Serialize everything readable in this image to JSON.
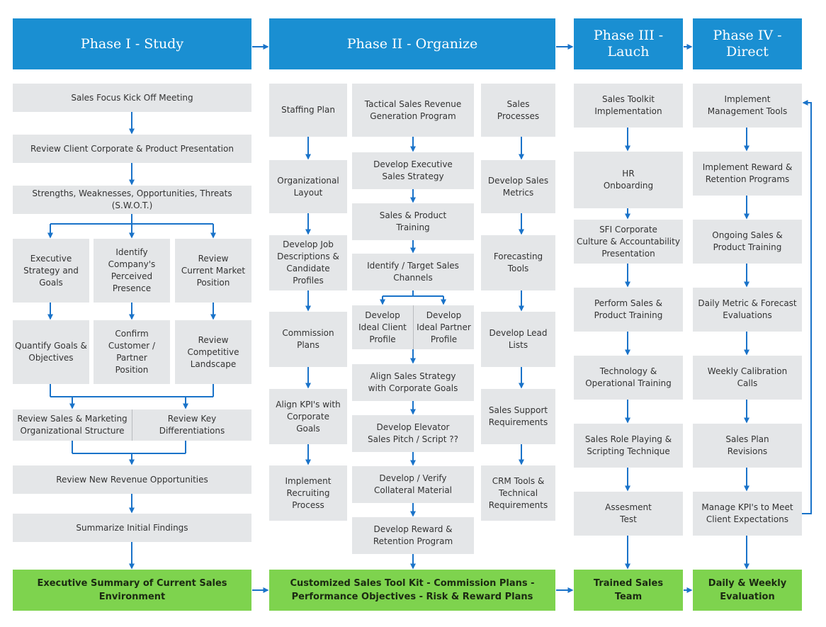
{
  "headers": {
    "phase1": "Phase I - Study",
    "phase2": "Phase II - Organize",
    "phase3": "Phase III -\nLauch",
    "phase4": "Phase IV -\nDirect"
  },
  "phase1": {
    "kickoff": "Sales Focus Kick Off Meeting",
    "review_client": "Review Client Corporate & Product Presentation",
    "swot": "Strengths, Weaknesses, Opportunities, Threats (S.W.O.T.)",
    "exec_strategy": "Executive\nStrategy and\nGoals",
    "identify_presence": "Identify\nCompany's\nPerceived\nPresence",
    "review_market": "Review\nCurrent Market\nPosition",
    "quantify_goals": "Quantify Goals &\nObjectives",
    "confirm_position": "Confirm\nCustomer / Partner\nPosition",
    "review_landscape": "Review\nCompetitive\nLandscape",
    "review_structure": "Review Sales & Marketing\nOrganizational Structure",
    "review_differentiations": "Review Key\nDifferentiations",
    "review_revenue": "Review New Revenue Opportunities",
    "summarize": "Summarize Initial Findings"
  },
  "phase2": {
    "staffing_plan": "Staffing Plan",
    "org_layout": "Organizational\nLayout",
    "job_descriptions": "Develop Job\nDescriptions &\nCandidate\nProfiles",
    "commission_plans": "Commission\nPlans",
    "align_kpis": "Align KPI's with\nCorporate\nGoals",
    "implement_recruiting": "Implement\nRecruiting\nProcess",
    "tactical_program": "Tactical Sales Revenue\nGeneration Program",
    "exec_sales_strategy": "Develop Executive\nSales Strategy",
    "product_training": "Sales & Product\nTraining",
    "target_channels": "Identify / Target Sales\nChannels",
    "ideal_client": "Develop\nIdeal Client\nProfile",
    "ideal_partner": "Develop\nIdeal Partner\nProfile",
    "align_strategy": "Align Sales Strategy\nwith Corporate Goals",
    "elevator_pitch": "Develop Elevator\nSales Pitch / Script ??",
    "collateral": "Develop / Verify\nCollateral Material",
    "reward_program": "Develop Reward &\nRetention Program",
    "sales_processes": "Sales\nProcesses",
    "sales_metrics": "Develop Sales\nMetrics",
    "forecasting_tools": "Forecasting\nTools",
    "lead_lists": "Develop Lead\nLists",
    "support_requirements": "Sales Support\nRequirements",
    "crm_tools": "CRM Tools &\nTechnical\nRequirements"
  },
  "phase3": {
    "toolkit": "Sales Toolkit\nImplementation",
    "hr_onboarding": "HR\nOnboarding",
    "culture_presentation": "SFI Corporate\nCulture & Accountability\nPresentation",
    "perform_training": "Perform Sales &\nProduct Training",
    "tech_training": "Technology &\nOperational Training",
    "role_playing": "Sales Role Playing &\nScripting Technique",
    "assessment": "Assesment\nTest"
  },
  "phase4": {
    "mgmt_tools": "Implement\nManagement Tools",
    "reward_programs": "Implement Reward &\nRetention Programs",
    "ongoing_training": "Ongoing Sales &\nProduct Training",
    "metric_evaluations": "Daily Metric & Forecast\nEvaluations",
    "calibration_calls": "Weekly Calibration\nCalls",
    "plan_revisions": "Sales Plan\nRevisions",
    "manage_kpis": "Manage KPI's to Meet\nClient Expectations"
  },
  "outcomes": {
    "phase1": "Executive Summary of Current Sales\nEnvironment",
    "phase2": "Customized Sales Tool Kit - Commission Plans -\nPerformance Objectives - Risk & Reward Plans",
    "phase3": "Trained Sales\nTeam",
    "phase4": "Daily & Weekly\nEvaluation"
  },
  "colors": {
    "header_blue": "#1a8fd2",
    "box_gray": "#e4e6e8",
    "outcome_green": "#7ed34e",
    "arrow_blue": "#1a73c9"
  }
}
